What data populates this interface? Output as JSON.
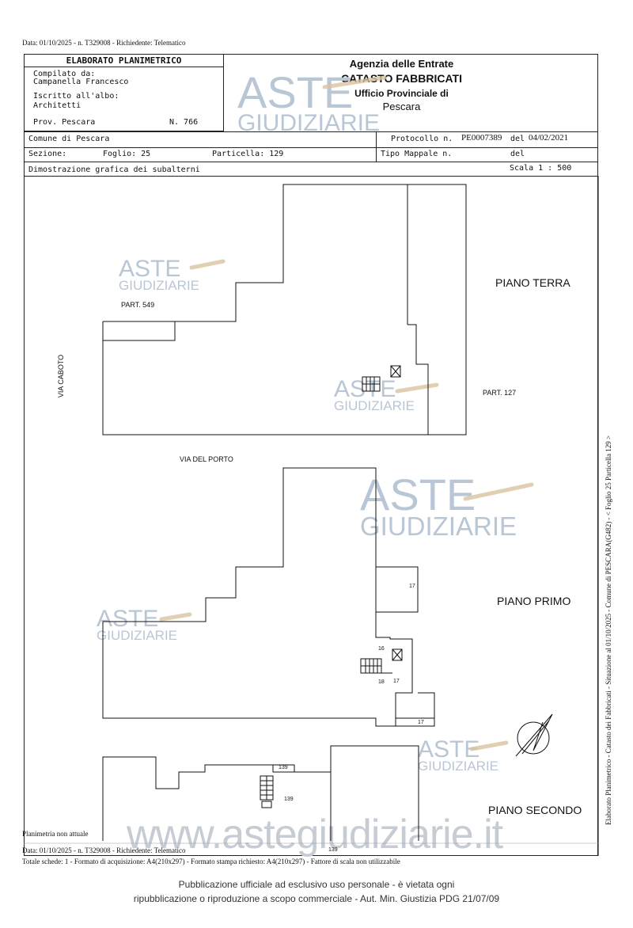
{
  "header_line": "Data: 01/10/2025 - n. T329008 - Richiedente: Telematico",
  "box_left": {
    "title": "ELABORATO PLANIMETRICO",
    "compilato_label": "Compilato da:",
    "compilato_value": "Campanella Francesco",
    "iscritto_label": "Iscritto all'albo:",
    "iscritto_value": "Architetti",
    "prov": "Prov. Pescara",
    "numero": "N. 766"
  },
  "agency": {
    "line1": "Agenzia delle Entrate",
    "line2": "CATASTO FABBRICATI",
    "line3": "Ufficio Provinciale di",
    "line4": "Pescara"
  },
  "info": {
    "comune": "Comune di Pescara",
    "sezione": "Sezione:",
    "foglio": "Foglio: 25",
    "particella": "Particella: 129",
    "protocollo_label": "Protocollo n.",
    "protocollo_value": "PE0007389",
    "del_label": "del",
    "protocollo_date": "04/02/2021",
    "tipo_mappale": "Tipo Mappale n.",
    "del2": "del",
    "dimostrazione": "Dimostrazione grafica dei subalterni",
    "scala": "Scala 1 : 500"
  },
  "drawing": {
    "piano_terra": "PIANO TERRA",
    "piano_primo": "PIANO PRIMO",
    "piano_secondo": "PIANO SECONDO",
    "part_549": "PART. 549",
    "part_127": "PART. 127",
    "via_caboto": "VIA CABOTO",
    "via_del_porto": "VIA DEL PORTO",
    "sub_17a": "17",
    "sub_16": "16",
    "sub_18": "18",
    "sub_17b": "17",
    "sub_17c": "17",
    "sub_139a": "139",
    "sub_139b": "139",
    "sub_139c": "139"
  },
  "watermark": {
    "aste": "ASTE",
    "giudiziarie": "GIUDIZIARIE",
    "url": "www.astegiudiziarie.it"
  },
  "side_text": "Elaborato Planimetrico - Catasto dei Fabbricati - Situazione al 01/10/2025 - Comune di PESCARA(G482) - < Foglio 25 Particella 129 >",
  "footer": {
    "planimetria": "Planimetria non attuale",
    "data_line": "Data: 01/10/2025 - n. T329008 - Richiedente: Telematico",
    "totale": "Totale schede: 1 - Formato di acquisizione: A4(210x297) - Formato stampa richiesto: A4(210x297) - Fattore di scala non utilizzabile",
    "pub1": "Pubblicazione ufficiale ad esclusivo uso personale - è vietata ogni",
    "pub2": "ripubblicazione o riproduzione a scopo commerciale - Aut. Min. Giustizia PDG 21/07/09"
  }
}
